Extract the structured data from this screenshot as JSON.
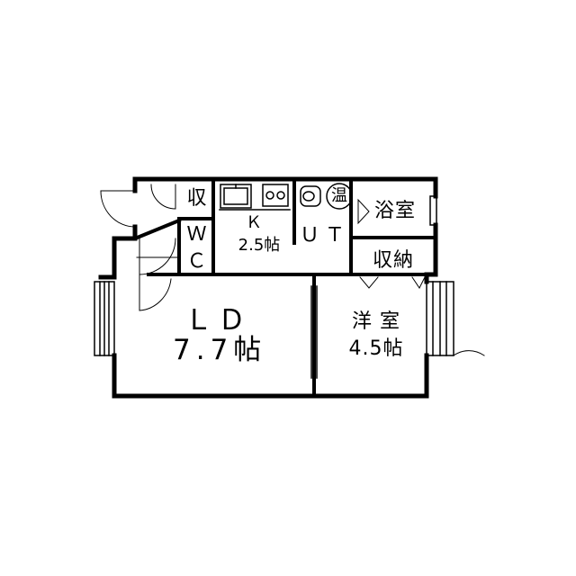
{
  "rooms": {
    "ld": {
      "name": "ＬＤ",
      "area": "7.7帖"
    },
    "western": {
      "name": "洋 室",
      "area": "4.5帖"
    },
    "kitchen": {
      "name": "Ｋ",
      "area": "2.5帖"
    },
    "ut": {
      "name": "ＵＴ"
    },
    "bath": {
      "name": "浴室"
    },
    "storage": {
      "name": "収納"
    },
    "closet": {
      "name": "収"
    },
    "wc": {
      "w": "Ｗ",
      "c": "Ｃ"
    },
    "water_heater": {
      "name": "温"
    }
  }
}
